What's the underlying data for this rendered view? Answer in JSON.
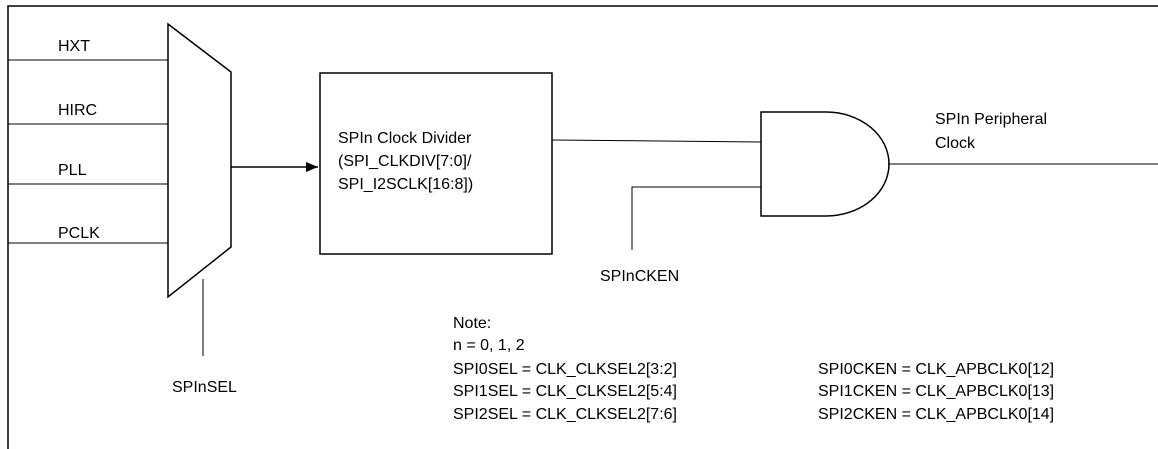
{
  "inputs": {
    "hxt": "HXT",
    "hirc": "HIRC",
    "pll": "PLL",
    "pclk": "PCLK"
  },
  "mux_select": "SPInSEL",
  "divider": {
    "line1": "SPIn Clock Divider",
    "line2": "(SPI_CLKDIV[7:0]/",
    "line3": "SPI_I2SCLK[16:8])"
  },
  "enable": "SPInCKEN",
  "output": {
    "line1": "SPIn Peripheral",
    "line2": "Clock"
  },
  "note": {
    "title": "Note:",
    "n_values": "n = 0, 1, 2",
    "sel": [
      "SPI0SEL = CLK_CLKSEL2[3:2]",
      "SPI1SEL = CLK_CLKSEL2[5:4]",
      "SPI2SEL = CLK_CLKSEL2[7:6]"
    ],
    "cken": [
      "SPI0CKEN = CLK_APBCLK0[12]",
      "SPI1CKEN = CLK_APBCLK0[13]",
      "SPI2CKEN = CLK_APBCLK0[14]"
    ]
  }
}
